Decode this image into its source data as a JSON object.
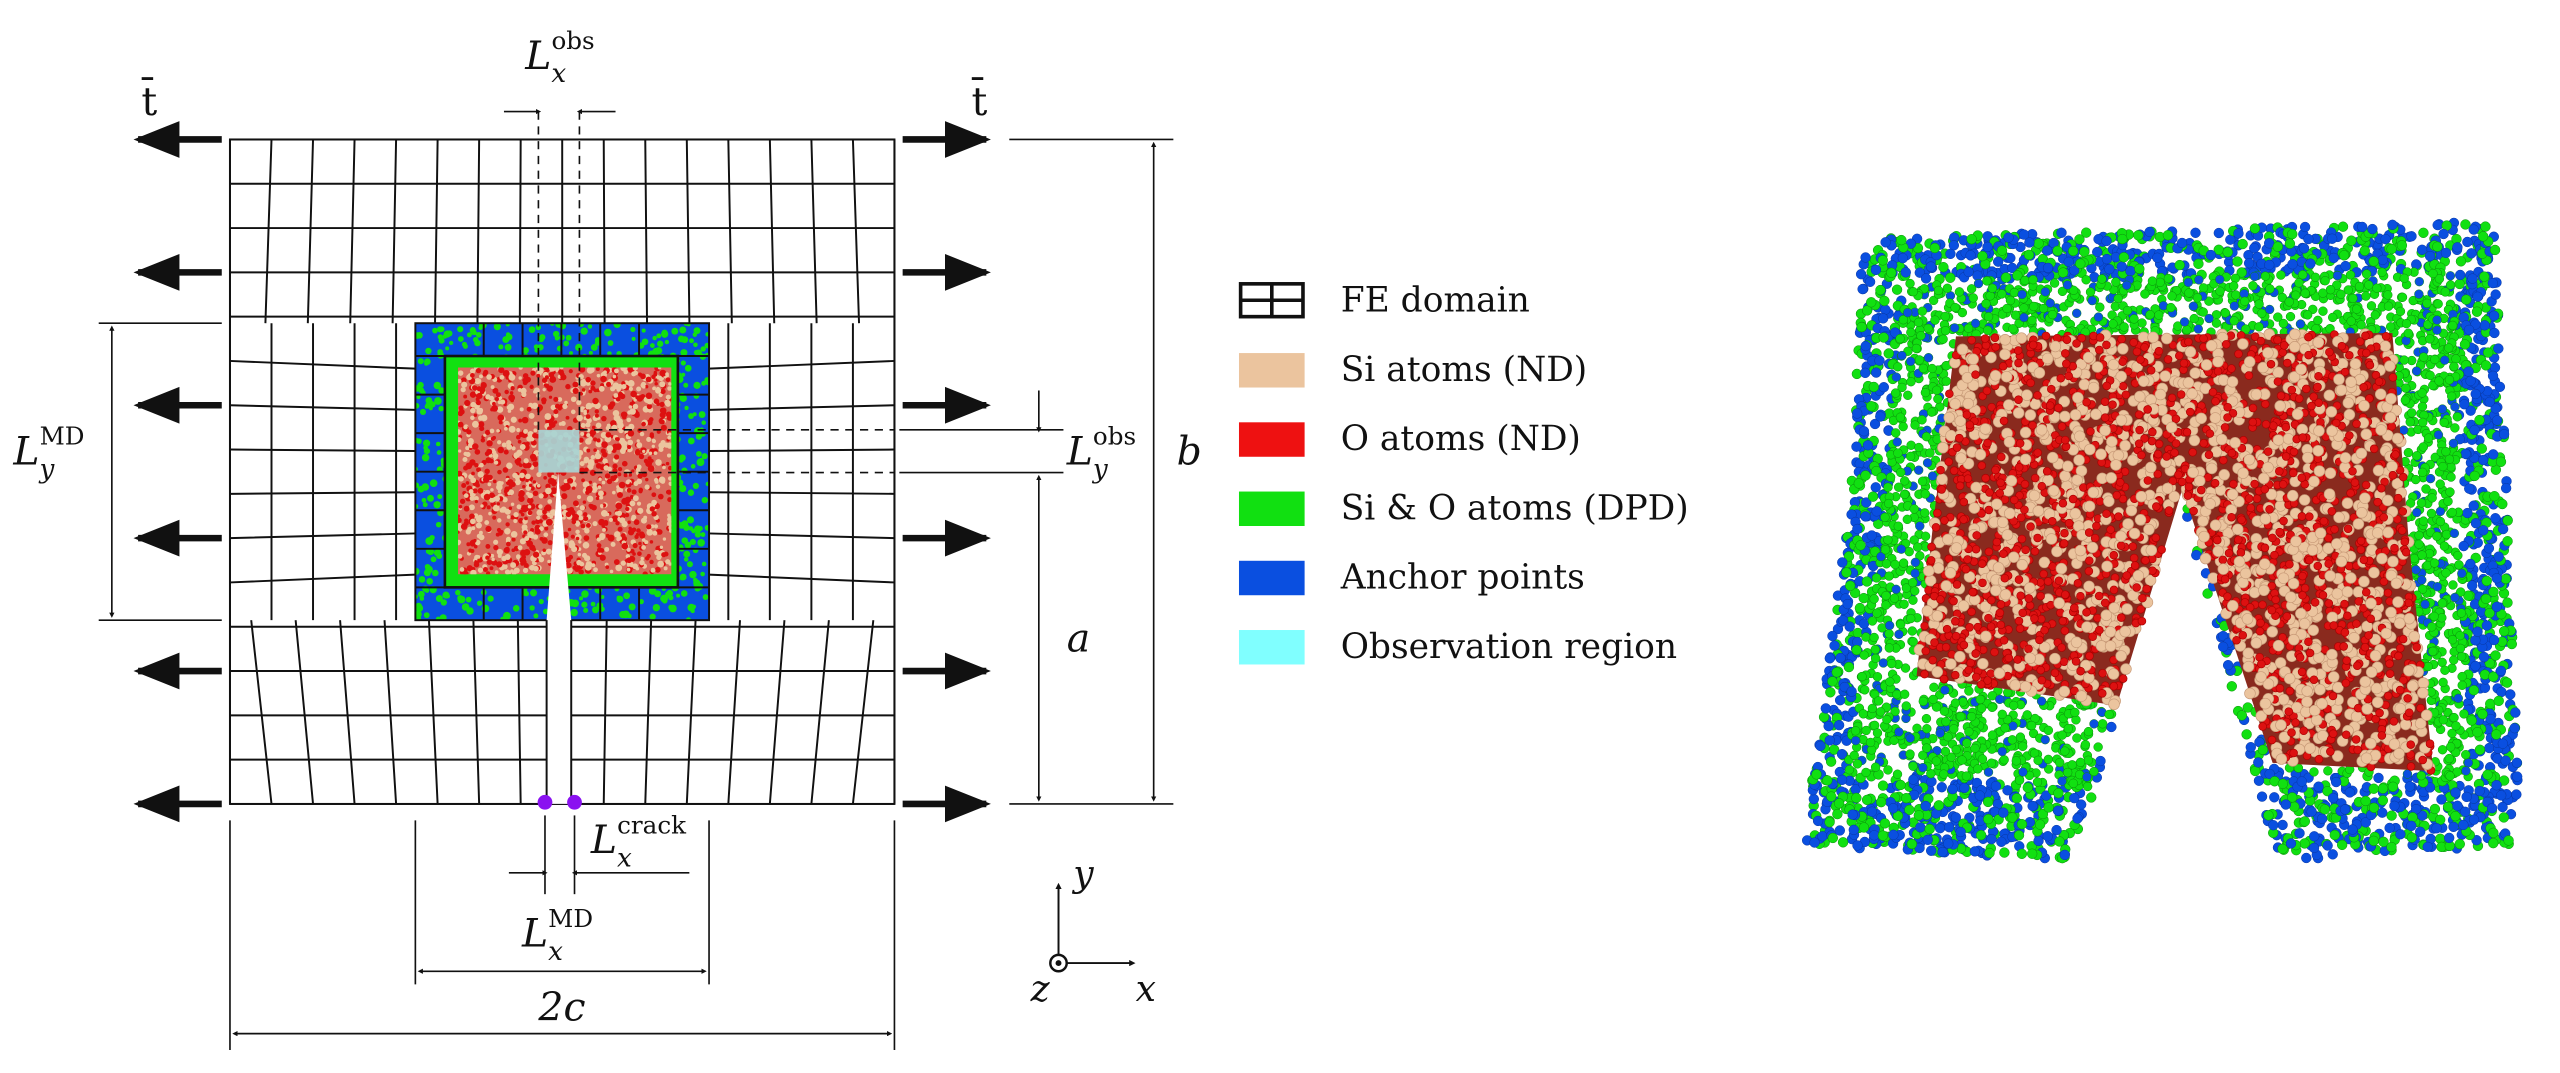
{
  "labels": {
    "traction": "t̄",
    "lx_obs": {
      "base": "L",
      "sub": "x",
      "sup": "obs"
    },
    "ly_obs": {
      "base": "L",
      "sub": "y",
      "sup": "obs"
    },
    "ly_md": {
      "base": "L",
      "sub": "y",
      "sup": "MD"
    },
    "lx_md": {
      "base": "L",
      "sub": "x",
      "sup": "MD"
    },
    "lx_crack": {
      "base": "L",
      "sub": "x",
      "sup": "crack"
    },
    "a": "a",
    "b": "b",
    "two_c": "2c",
    "axis_x": "x",
    "axis_y": "y",
    "axis_z": "z"
  },
  "legend": [
    {
      "label": "FE domain",
      "color": "#ffffff",
      "icon": "grid-icon"
    },
    {
      "label": "Si atoms (ND)",
      "color": "#ebc49e"
    },
    {
      "label": "O atoms (ND)",
      "color": "#ee1111"
    },
    {
      "label": "Si & O atoms (DPD)",
      "color": "#11e011"
    },
    {
      "label": "Anchor points",
      "color": "#0a4fe0"
    },
    {
      "label": "Observation region",
      "color": "#80ffff"
    }
  ],
  "colors": {
    "anchor": "#0a4fe0",
    "dpd": "#11e011",
    "si": "#ebc49e",
    "o": "#dd1111",
    "observation": "#a8d4d4",
    "crack_tip": "#8a12f0"
  }
}
